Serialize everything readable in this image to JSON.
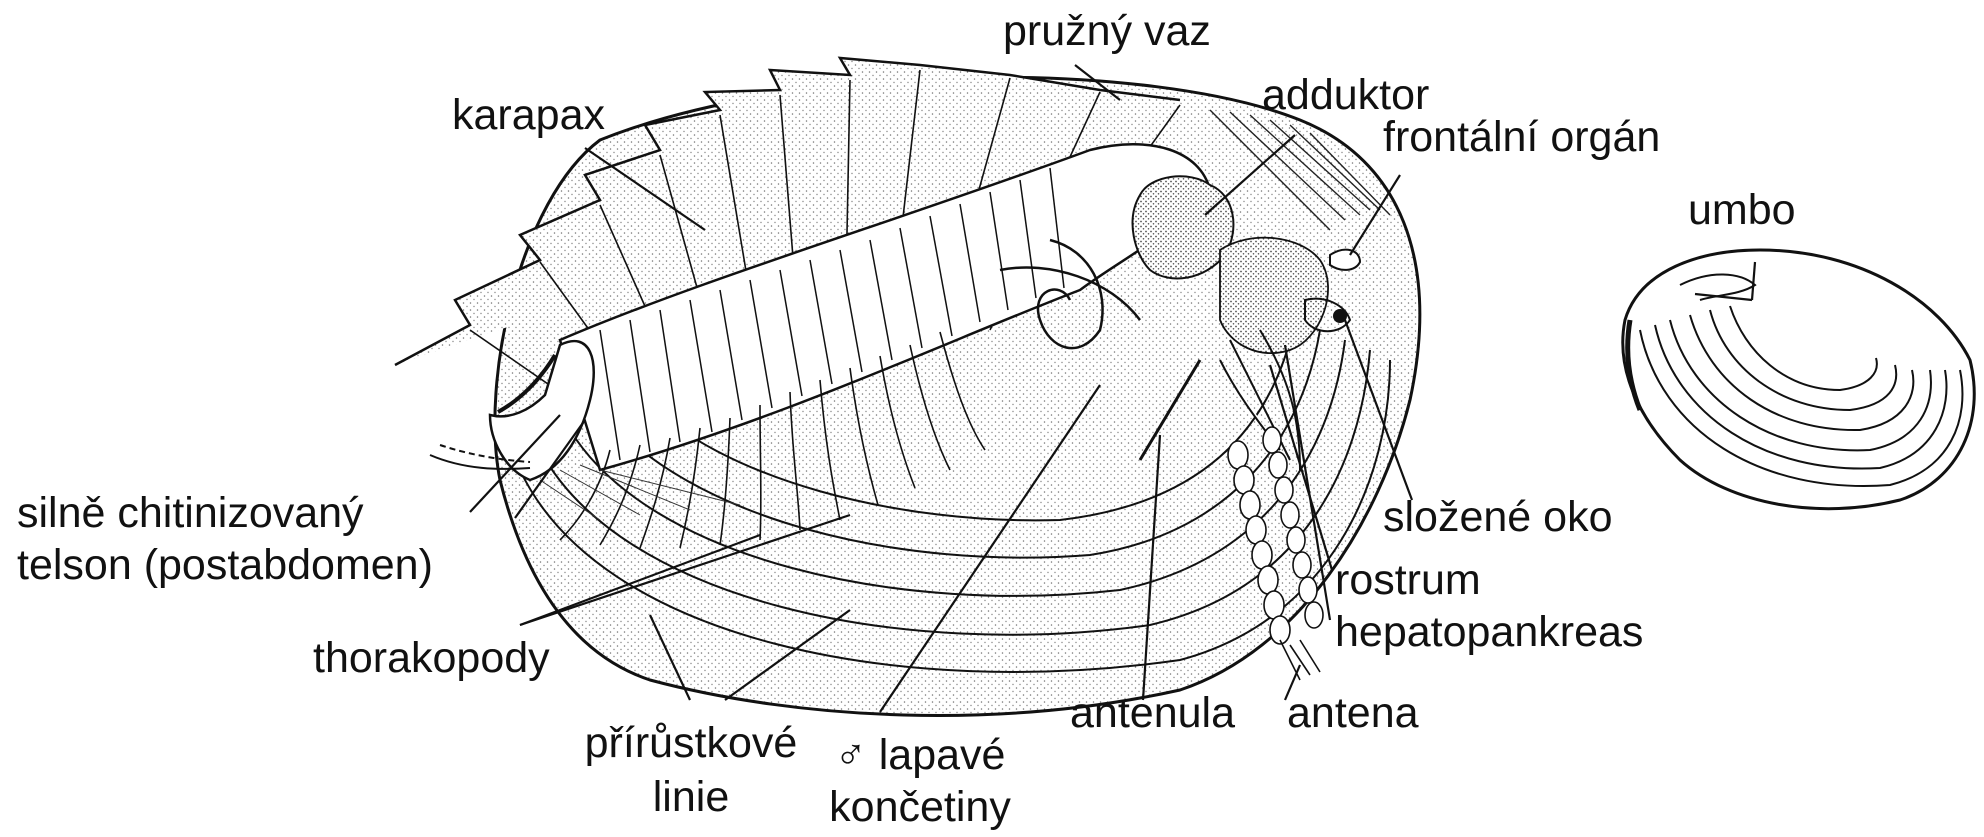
{
  "diagram": {
    "colors": {
      "ink": "#111111",
      "shell_stipple": "#bdbdbd",
      "background": "#ffffff"
    },
    "labels": {
      "pruzny_vaz": "pružný vaz",
      "adduktor": "adduktor",
      "karapax": "karapax",
      "frontalni_organ": "frontální orgán",
      "umbo": "umbo",
      "telson_line1": "silně chitinizovaný",
      "telson_line2": "telson (postabdomen)",
      "slozene_oko": "složené oko",
      "rostrum": "rostrum",
      "hepatopankreas": "hepatopankreas",
      "thorakopody": "thorakopody",
      "antenula": "antenula",
      "antena": "antena",
      "prirustkove_line1": "přírůstkové",
      "prirustkove_line2": "linie",
      "lapave_line1": "♂ lapavé",
      "lapave_line2": "končetiny"
    }
  }
}
